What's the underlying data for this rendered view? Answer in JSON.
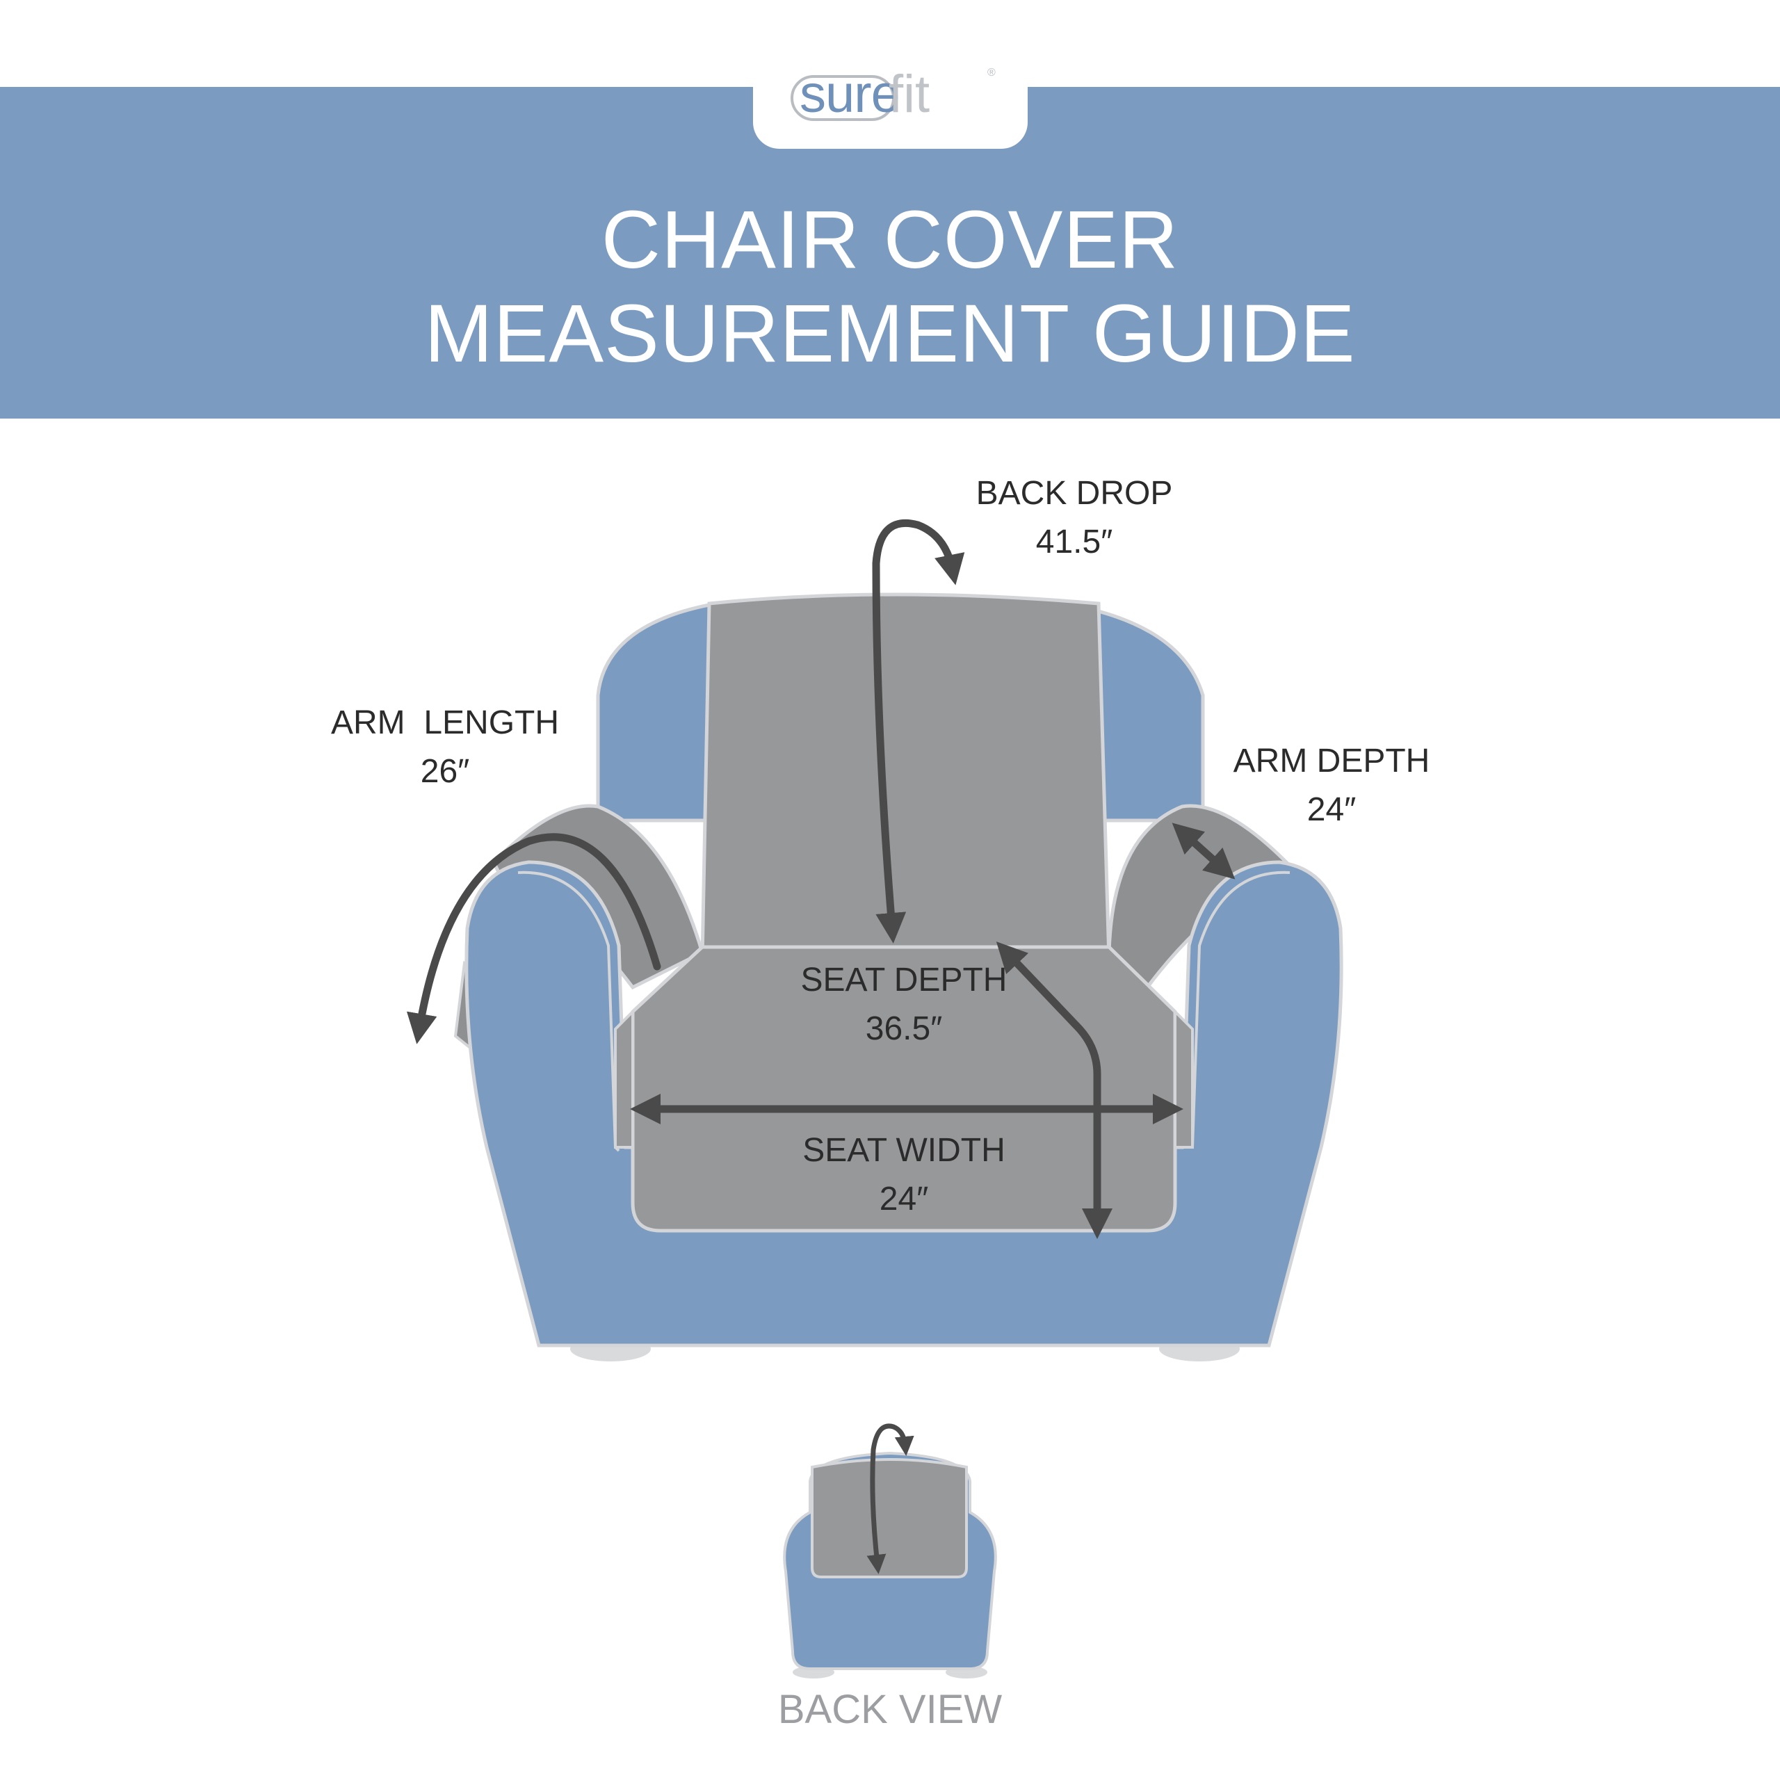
{
  "brand": {
    "name_part1": "sure",
    "name_part2": "fit",
    "registered": "®"
  },
  "title": {
    "line1": "CHAIR COVER",
    "line2": "MEASUREMENT GUIDE"
  },
  "colors": {
    "banner": "#7b9bc1",
    "chair_blue": "#7b9bc1",
    "cover_gray": "#97989a",
    "outline": "#d3d5d8",
    "arrow": "#4a4a4a",
    "back_view_text": "#9c9ea1"
  },
  "measurements": {
    "back_drop": {
      "label": "BACK DROP",
      "value": "41.5″"
    },
    "arm_length": {
      "label": "ARM  LENGTH",
      "value": "26″"
    },
    "arm_depth": {
      "label": "ARM DEPTH",
      "value": "24″"
    },
    "seat_depth": {
      "label": "SEAT DEPTH",
      "value": "36.5″"
    },
    "seat_width": {
      "label": "SEAT WIDTH",
      "value": "24″"
    }
  },
  "back_view": {
    "label": "BACK VIEW"
  }
}
